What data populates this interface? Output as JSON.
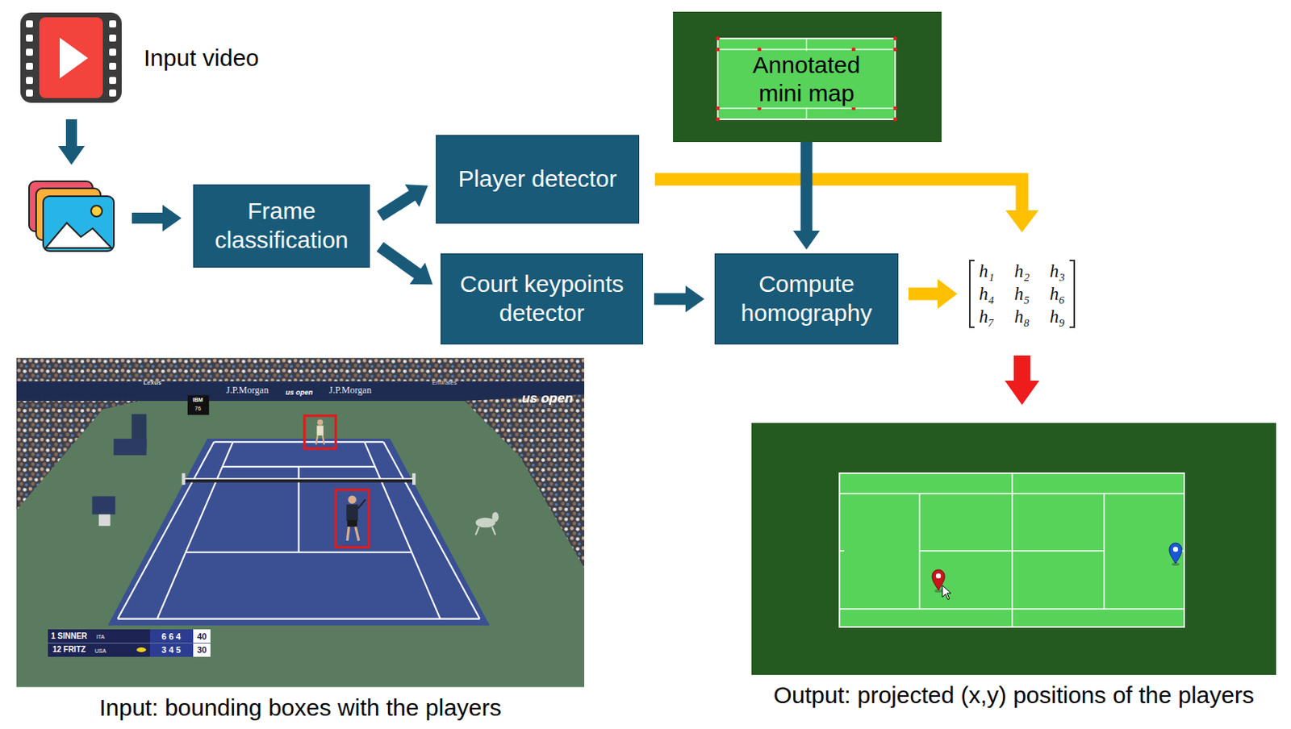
{
  "diagram": {
    "nodes": [
      {
        "text": [
          "Input video"
        ]
      },
      {
        "text": [
          "Annotated mini map"
        ]
      },
      {
        "text": [
          "Frame classification"
        ]
      },
      {
        "text": [
          "Player detector"
        ]
      },
      {
        "text": [
          "Court keypoints detector"
        ]
      },
      {
        "text": [
          "Compute homography"
        ]
      },
      {
        "text": [
          "h₁",
          "h₂",
          "h₃",
          "h₄",
          "h₅",
          "h₆",
          "h₇",
          "h₈",
          "h₉"
        ]
      },
      {
        "text": [
          "Input: bounding boxes with the players"
        ]
      },
      {
        "text": [
          "Output: projected (x,y) positions of the players"
        ]
      }
    ],
    "edges": [
      {
        "from": 2,
        "to": 3,
        "arrow": "to"
      },
      {
        "from": 2,
        "to": 4,
        "arrow": "to"
      },
      {
        "from": 3,
        "to": 6,
        "arrow": "to"
      },
      {
        "from": 1,
        "to": 5,
        "arrow": "to"
      },
      {
        "from": 4,
        "to": 5,
        "arrow": "to"
      },
      {
        "from": 5,
        "to": 6,
        "arrow": "to"
      },
      {
        "from": 6,
        "to": 8,
        "arrow": "to"
      }
    ],
    "labels": [
      "Lexus",
      "J.P.Morgan",
      "us open",
      "J.P.Morgan",
      "IBM",
      "76",
      "Emirates",
      "us open",
      "1 SINNER",
      "ITA",
      "6 6 4",
      "40",
      "12 FRITZ",
      "USA",
      "3 4 5",
      "30"
    ]
  }
}
